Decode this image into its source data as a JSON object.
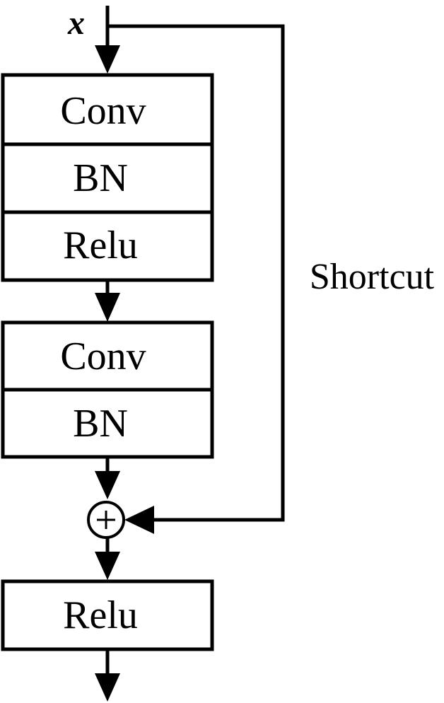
{
  "diagram": {
    "input_label": "x",
    "shortcut_label": "Shortcut",
    "block1": {
      "layers": [
        "Conv",
        "BN",
        "Relu"
      ]
    },
    "block2": {
      "layers": [
        "Conv",
        "BN"
      ]
    },
    "add_symbol": "+",
    "final": {
      "label": "Relu"
    }
  }
}
